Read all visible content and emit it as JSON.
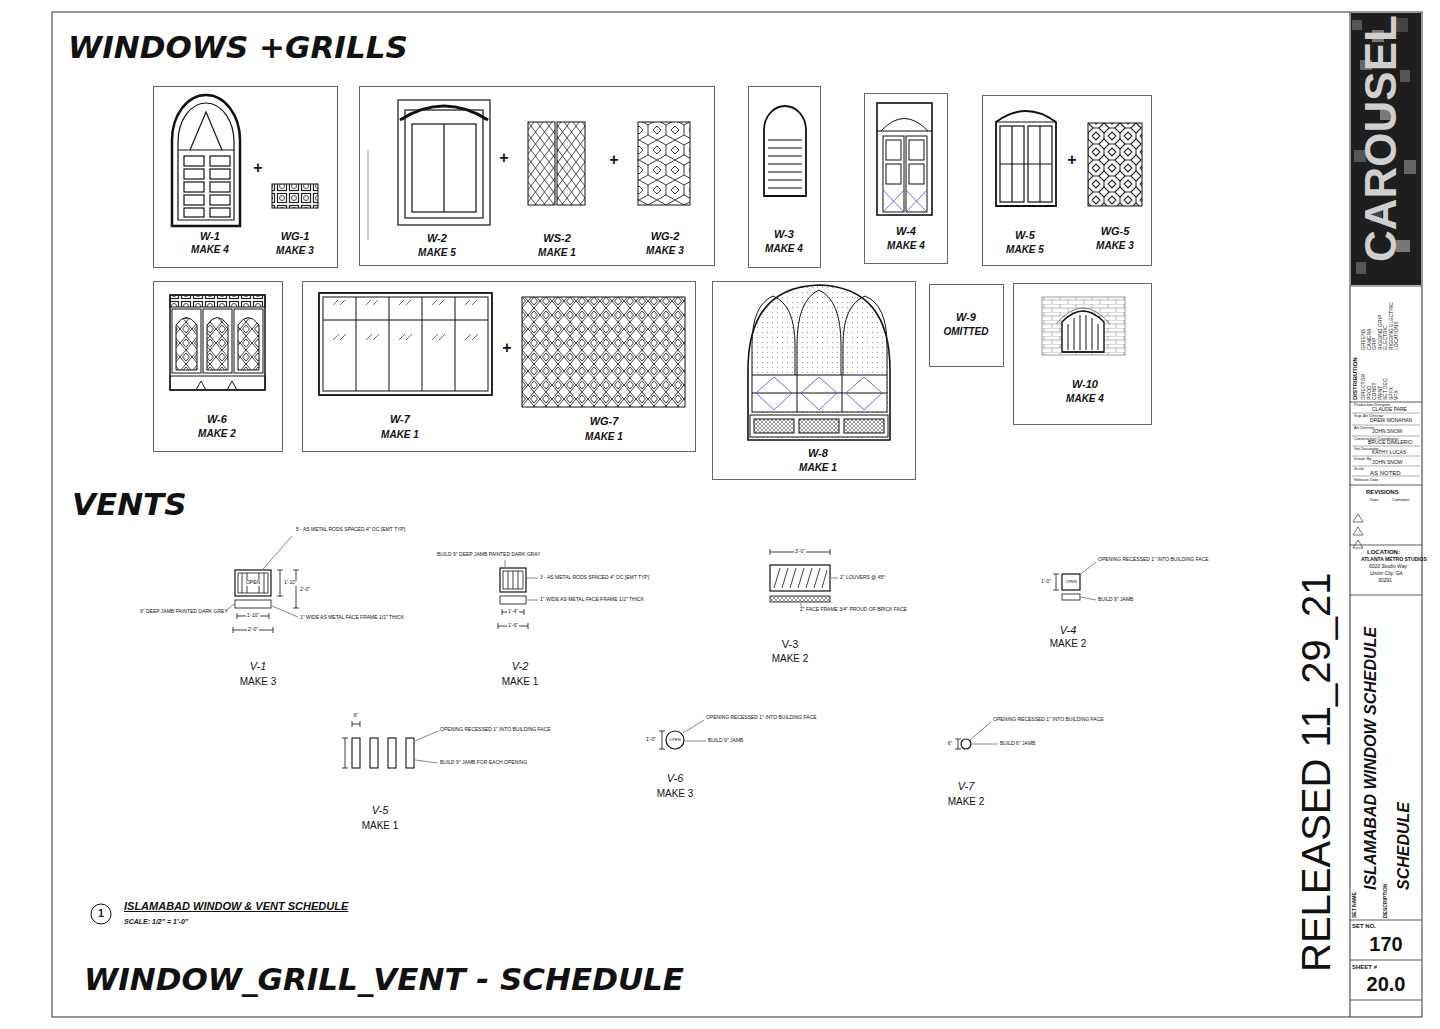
{
  "diagram": {
    "title": "WINDOW_GRILL_VENT - SCHEDULE",
    "nodes": [
      {
        "text": [
          "W-1",
          "MAKE 4",
          "+",
          "WG-1",
          "MAKE 3"
        ]
      },
      {
        "text": [
          "W-2",
          "MAKE 5",
          "+",
          "WS-2",
          "MAKE 1",
          "+",
          "WG-2",
          "MAKE 3"
        ]
      },
      {
        "text": [
          "W-3",
          "MAKE 4"
        ]
      },
      {
        "text": [
          "W-4",
          "MAKE 4"
        ]
      },
      {
        "text": [
          "W-5",
          "MAKE 5",
          "+",
          "WG-5",
          "MAKE 3"
        ]
      },
      {
        "text": [
          "W-6",
          "MAKE 2"
        ]
      },
      {
        "text": [
          "W-7",
          "MAKE 1",
          "+",
          "WG-7",
          "MAKE 1"
        ]
      },
      {
        "text": [
          "W-8",
          "MAKE 1"
        ]
      },
      {
        "text": [
          "W-9",
          "OMITTED"
        ]
      },
      {
        "text": [
          "W-10",
          "MAKE 4"
        ]
      }
    ],
    "labels": [
      "WINDOWS +GRILLS",
      "VENTS",
      "RELEASED 11_29_21",
      "1",
      "ISLAMABAD WINDOW & VENT SCHEDULE",
      "SCALE: 1/2\" = 1'-0\"",
      "5 - AS METAL RODS SPACED 4\" OC [EMT TYP]",
      "OPEN",
      "1'-10\"",
      "2'-0\"",
      "9\" DEEP JAMB PAINTED DARK GREY",
      "1\" WIDE AS METAL FACE FRAME 1/2\" THICK",
      "1'-10\"",
      "2'-0\"",
      "V-1",
      "MAKE 3",
      "BUILD 9\" DEEP JAMB PAINTED DARK GRAY",
      "3 - AS METAL RODS SPACED 4\" OC [EMT TYP]",
      "1\" WIDE AS METAL FACE FRAME 1/2\" THICK",
      "1'-4\"",
      "1'-6\"",
      "V-2",
      "MAKE 1",
      "3'-0\"",
      "2\" LOUVERS @ 45°",
      "2\" FACE FRAME 3/4\" PROUD OF BRICK FACE",
      "V-3",
      "MAKE 2",
      "OPENING RECESSED 1\" INTO BUILDING FACE",
      "OPEN",
      "BUILD 9\" JAMB",
      "1'-0\"",
      "V-4",
      "MAKE 2",
      "6\"",
      "OPENING RECESSED 1\" INTO BUILDING FACE",
      "BUILD 9\" JAMB FOR EACH OPENING",
      "V-5",
      "MAKE 1",
      "OPENING RECESSED 1\" INTO BUILDING FACE",
      "OPEN",
      "BUILD 9\" JAMB",
      "1'-0\"",
      "V-6",
      "MAKE 3",
      "OPENING RECESSED 1\" INTO BUILDING FACE",
      "BUILD 6\" JAMB",
      "6\"",
      "V-7",
      "MAKE 2",
      "CAROUSEL",
      "DISTRIBUTION",
      "DIRECTOR",
      "PROD",
      "CONST",
      "PAINT",
      "SET DEC",
      "SPFX",
      "VFX",
      "GREENS",
      "CAMERA",
      "GRIP",
      "RIGGING GRIP",
      "ELECTRIC",
      "RIGGING ELECTRIC",
      "LOCATIONS",
      "Production Designer",
      "CLAUDE PARE",
      "Sup. Art Director",
      "DREW MONAHAN",
      "Art Director",
      "JOHN SNOW",
      "Construction Coordinator",
      "BRUCE DIMILERIO",
      "Set Decorator",
      "KATHY LUCAS",
      "Drawn By",
      "JOHN SNOW",
      "Scale",
      "AS NOTED",
      "Release Date",
      "REVISIONS",
      "Date",
      "Comment",
      "LOCATION:",
      "ATLANTA METRO STUDIOS",
      "6010 Studio Way",
      "Union City, GA.",
      "30291",
      "SET NAME",
      "ISLAMABAD WINDOW SCHEDULE",
      "DESCRIPTION",
      "SCHEDULE",
      "SET NO.",
      "170",
      "SHEET #",
      "20.0"
    ]
  }
}
